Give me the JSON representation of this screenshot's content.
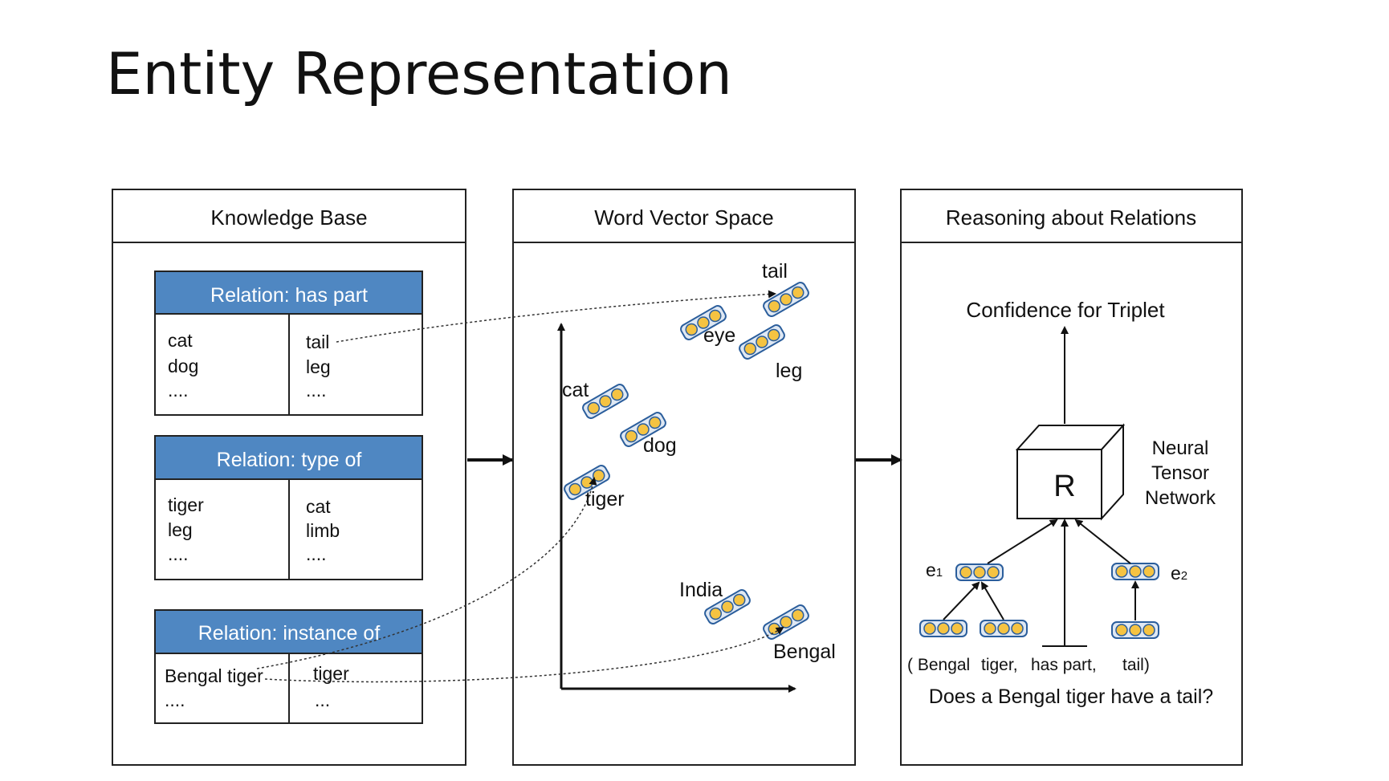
{
  "title": "Entity Representation",
  "colors": {
    "relation_header": "#4f87c2",
    "node_fill": "#f5c342",
    "node_stroke": "#2b5e9c"
  },
  "knowledge_base": {
    "header": "Knowledge Base",
    "relations": [
      {
        "title": "Relation: has part",
        "left": [
          "cat",
          "dog",
          "...."
        ],
        "right": [
          "tail",
          "leg",
          "...."
        ]
      },
      {
        "title": "Relation: type of",
        "left": [
          "tiger",
          "leg",
          "...."
        ],
        "right": [
          "cat",
          "limb",
          "...."
        ]
      },
      {
        "title": "Relation: instance of",
        "left": [
          "Bengal tiger",
          "...."
        ],
        "right": [
          "tiger",
          "..."
        ]
      }
    ]
  },
  "word_vector_space": {
    "header": "Word Vector Space",
    "words": [
      "tail",
      "eye",
      "leg",
      "cat",
      "dog",
      "tiger",
      "India",
      "Bengal"
    ]
  },
  "reasoning": {
    "header": "Reasoning about Relations",
    "confidence_label": "Confidence for Triplet",
    "cube_label": "R",
    "network_label": [
      "Neural",
      "Tensor",
      "Network"
    ],
    "e1_label": "e",
    "e1_sub": "1",
    "e2_label": "e",
    "e2_sub": "2",
    "triplet_tokens": [
      "( Bengal",
      "tiger,",
      "has part,",
      "tail)"
    ],
    "question": "Does a Bengal tiger have a tail?"
  }
}
